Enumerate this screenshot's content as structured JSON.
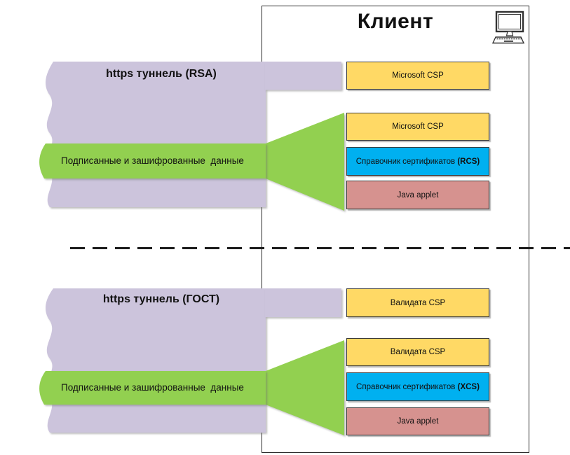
{
  "client": {
    "title": "Клиент",
    "icon": "desktop-computer-icon"
  },
  "divider": {
    "type": "dashed-line"
  },
  "colors": {
    "lavender": "#CCC4DC",
    "green": "#92D050",
    "yellow": "#FFD965",
    "blue": "#00B0F0",
    "pink": "#D6928F",
    "box_border": "#3A3A3A",
    "frame_border": "#2B2B2B"
  },
  "sections": [
    {
      "id": "rsa",
      "tunnel_label": "https туннель (RSA)",
      "payload_label": "Подписанные и зашифрованные  данные",
      "csp_box": {
        "label": "Microsoft CSP"
      },
      "stack": [
        {
          "label": "Microsoft CSP"
        },
        {
          "label_prefix": "Справочник сертификатов ",
          "label_bold": "(RCS)"
        },
        {
          "label": "Java applet"
        }
      ]
    },
    {
      "id": "gost",
      "tunnel_label": "https туннель (ГОСТ)",
      "payload_label": "Подписанные и зашифрованные  данные",
      "csp_box": {
        "label": "Валидата CSP"
      },
      "stack": [
        {
          "label": "Валидата CSP"
        },
        {
          "label_prefix": "Справочник сертификатов ",
          "label_bold": "(XCS)"
        },
        {
          "label": "Java applet"
        }
      ]
    }
  ]
}
